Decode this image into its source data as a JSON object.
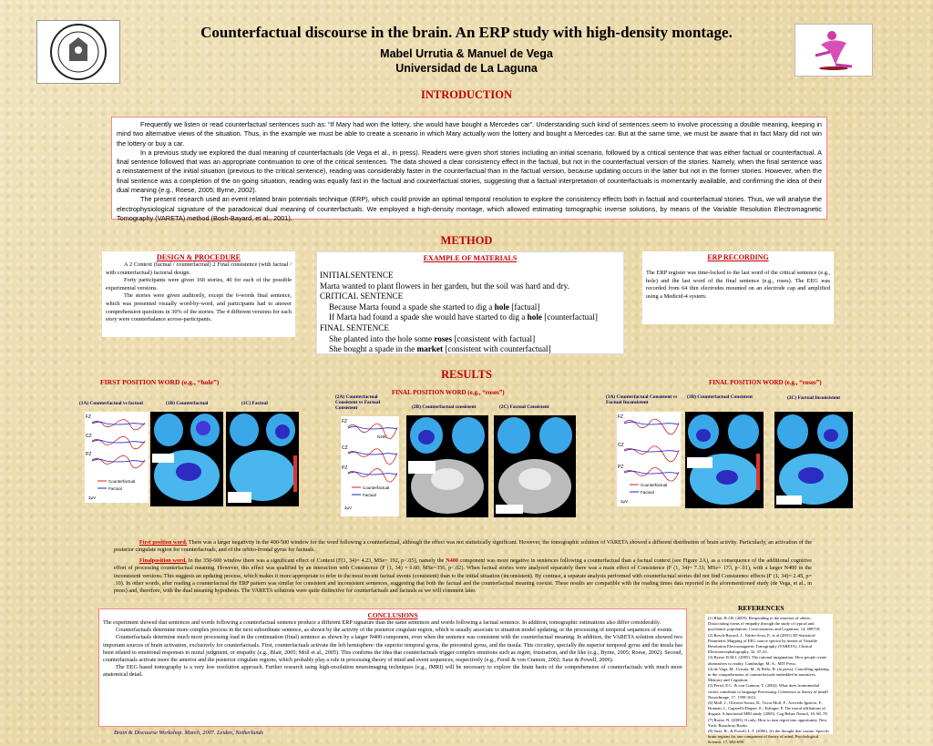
{
  "header": {
    "title": "Counterfactual discourse in the brain. An ERP study with high-density montage.",
    "authors": "Mabel Urrutia & Manuel de Vega",
    "institution": "Universidad de La Laguna"
  },
  "colors": {
    "accent": "#c00000",
    "caption": "#00005a",
    "background": "#efe0b4"
  },
  "introduction": {
    "heading": "INTRODUCTION",
    "paragraphs": [
      "Frequently we listen or read counterfactual sentences such as: “If Mary had won the lottery, she would have bought a Mercedes car”. Understanding such kind of sentences seem to involve processing a double meaning, keeping in mind two alternative views of the situation. Thus, in the example we must be able to create a scenario in which Mary actually won the lottery and bought a Mercedes car. But at the same time, we must be aware that in fact Mary did not win the lottery or buy a car.",
      "In a previous study we explored the dual meaning of counterfactuals (de Vega et al., in press). Readers were given short stories including an initial scenario, followed by a critical sentence that was either factual or counterfactual. A final sentence followed that was an appropriate continuation to one of the critical sentences. The data showed a clear consistency effect in the factual, but not in the counterfactual version of the stories. Namely, when the final sentence was a reinstatement of the initial situation (previous to the critical sentence), reading was considerably faster in the counterfactual than in the factual version, because updating occurs in the latter but not in the former stories. However, when the final sentence was a completion of the on-going situation, reading was equally fast in the factual and counterfactual stories, suggesting that a factual interpretation of counterfactuals is momentarily available, and confirming the idea of their dual meaning (e.g., Roese, 2005; Byrne, 2002).",
      "The present research used an event related brain potentials technique (ERP), which could provide an optimal temporal resolution to explore the consistency effects both in factual and counterfactual stories. Thus, we will analyse the electrophysiological signature of the paradoxical dual meaning of counterfactuals. We employed a high-density montage, which allowed estimating tomographic inverse solutions, by means of the Variable Resolution Electromagnetic Tomography (VARETA) method (Bosh-Bayard, et al., 2001)."
    ]
  },
  "method": {
    "heading": "METHOD",
    "design": {
      "heading": "DESIGN & PROCEDURE",
      "paragraphs": [
        "A 2 Context (factual / counterfactual) 2 Final consistence (with factual / with counterfactual) factorial design.",
        "Forty participants were given 160 stories, 40 for each of the possible experimental versions.",
        "The stories were given auditorily, except the 6-words final sentence, which was presented visually word-by-word, and participants had to answer comprehension questions in 30% of the stories. The 4 different versions for each story were counterbalance across-participants."
      ]
    },
    "example": {
      "heading": "EXAMPLE OF MATERIALS",
      "lines": [
        {
          "pre": "INITIALSENTENCE",
          "b": "",
          "post": "",
          "indent": false
        },
        {
          "pre": "Marta wanted to plant flowers in her garden, but the soil was hard and dry.",
          "b": "",
          "post": "",
          "indent": false
        },
        {
          "pre": "CRITICAL SENTENCE",
          "b": "",
          "post": "",
          "indent": false
        },
        {
          "pre": "Because Marta found a spade she started to dig a ",
          "b": "hole",
          "post": " [factual]",
          "indent": true
        },
        {
          "pre": "If Marta had found a spade she would have started to dig a ",
          "b": "hole",
          "post": " [counterfactual]",
          "indent": true
        },
        {
          "pre": "FINAL SENTENCE",
          "b": "",
          "post": "",
          "indent": false
        },
        {
          "pre": "She planted into the hole some ",
          "b": "roses",
          "post": " [consistent with factual]",
          "indent": true
        },
        {
          "pre": "She bought a spade in the ",
          "b": "market",
          "post": " [consistent with counterfactual]",
          "indent": true
        }
      ]
    },
    "erp": {
      "heading": "ERP RECORDING",
      "text": "The ERP register was time-locked to the last word of the critical sentence (e.g., hole) and the last word of the final sentence (e.g., roses). The EEG was recorded from 64 thin electrodes mounted on an electrode cap and amplified using a Medicid-4 system."
    }
  },
  "results": {
    "heading": "RESULTS",
    "first": {
      "heading": "FIRST POSITION WORD (e.g., “hole”)",
      "labels": [
        "(1A) Counterfactual vs factual",
        "(1B) Counterfactual",
        "(1C) Factual"
      ],
      "legend": [
        "Counterfactual",
        "Factual"
      ],
      "scale": "2μV",
      "channels": [
        "FZ",
        "CZ",
        "PZ"
      ]
    },
    "final_mid": {
      "heading": "FINAL POSITION WORD (e.g., “roses”)",
      "labels": [
        "(2A) Counterfactual Consistent vs Factual Consistent",
        "(2B) Counterfactual consistent",
        "(2C) Factual Consistent"
      ],
      "legend": [
        "Counterfactual",
        "Factual"
      ],
      "component": "N400",
      "scale": "2μV"
    },
    "final_right": {
      "heading": "FINAL POSITION WORD (e.g., “roses”)",
      "labels": [
        "(3A) Counterfactual Consistent vs Factual Inconsistent",
        "(3B) Counterfactual Consistent",
        "(3C) Factual Inconsistent"
      ],
      "legend": [
        "Counterfactual",
        "Factual"
      ],
      "scale": "2μV"
    },
    "text1_lead": "First position word.",
    "text1": " There was a larger negativity in the 400-500 window for the word following a counterfactual, although the effect was not statistically significant. However, the tomographic solution of VARETA showed a different distribution of brain activity. Particularly, an activation of the posterior cingulate region for counterfactuals, and of the orbito-frontal gyrus for factuals.",
    "text2_lead": "Finalposition word.",
    "text2_a": " In the 350-600 window there was a significant effect of Context (F(1, 34)= 4.23, MSe= 192, p<.05), namely the ",
    "text2_n400": "N400",
    "text2_b": " component was more negative in sentences following a counterfactual than a factual context (see Figure 2A), as a consequence of the additional cognitive effort of processing counterfactual meaning. However, this effect was qualified by an interaction with Consistence (F (1, 34) = 6.60; MSe=356, p<.02). When factual stories were analyzed separately there was a main effect of Consistence (F (1, 34)= 7.33; MSe= 173, p<.01), with a larger N400 in the inconsistent versions. This suggests an updating process, which makes it more appropriate to refer to the most recent factual events (consistent) than to the initial situation (inconsistent). By contrast, a separate analysis performed with counterfactual stories did not find Consistence effects (F (1, 34)= 2.45, p= .10). In other words, after reading a counterfactual the ERP pattern was similar for consistent and inconsistent sentences, suggesting that both the factual and the counterfactual meaning coexist. These results are compatible with the reading times data reported in the aforementioned study (de Vega, et al., in press) and, therefore, with the dual meaning hypothesis. The VARETA solutions were quite distinctive for counterfactuals and factuals as we will comment later."
  },
  "conclusions": {
    "heading": "CONCLUSIONS",
    "paragraphs": [
      "The experiment showed that sentences and words following a counterfactual sentence produce a different ERP signature than the same sentences and words following a factual sentence. In addition, tomographic estimations also differ considerably.",
      "Counterfactuals determine more complex process in the next subordinate sentence, as shown by the activity of the posterior cingulate region, which is usually associate to situation model updating, or the processing of temporal sequences of events.",
      "Counterfactuals determine much more processing load in the continuation (final) sentence as shown by a larger N400 component, even when the sentence was consistent with the counterfactual meaning. In addition, the VARETA solution showed two important sources of brain activation, exclusively for counterfactuals. First, counterfactuals activate the left hemisphere: the superior temporal gyrus, the precentral gyrus, and the insula. This circuitry, specially the superior temporal gyrus and the insula has been related to emotional responses to moral judgment, or empathy (e.g., Blair, 2005; Moll et al., 2005). This confirms the idea that counterfactuals trigger complex emotions such as regret, frustration, and the like (e.g., Byrne, 2005; Roese, 2002). Second, counterfactuals activate more the anterior and the posterior cingulate regions, which probably play a role in processing theory of mind and event sequences, respectively (e.g., Ferstl & von Cramon, 2002; Saxe & Powell, 2006).",
      "The EEG based tomography is a very low resolution approach. Further research using high-resolution neuroimaging techniques (e.g., fMRI) will be necessary to explore the brain basis of the comprehension of counterfactuals with much more anatomical detail."
    ]
  },
  "references": {
    "heading": "REFERENCES",
    "items": [
      "(1) Blair, R.J.R. (2005). Responding to the emotion of others: Dissociating forms of empathy through the study of typical and psychiatric populations. Consciousness and Cognition, 14, 698718.",
      "(2) Bosch-Bayard, J., Valdes-Sosa, P., et al (2001) 3D Statistical Parametric Mapping of EEG source spectra by means of Variable Resolution Electromagnetic Tomography (VARETA). Clinical Electroencephalography, 32, 47–61.",
      "(3) Byrne, R.M.J. (2005). The rational imagination: How people create alternatives to reality. Cambridge, M. A.: MIT Press.",
      "(4) de Vega, M., Urrutia, M., & Riffo, B. (in press). Cancelling updating in the comprehension of counterfactuals embedded in narratives. Memory and Cognition.",
      "(5) Ferstl, E.C. & von Cramon, Y. (2002). What does frontomedial cortex contribute to language Processing: Coherence or theory of mind? NeuroImage, 17, 1599-1612.",
      "(6) Moll, J., Oliveira-Souza, R., Tovar Moll, F., Acevedo Ignácio, F., Bramati, I., Caparelli-Dáquer, E., Eslinger, P. The moral affiliations of disgust: A functional MRI study. (2005). Cog Behav Neurol, 18, 68–78.",
      "(7) Roese, N. (2005). If only: How to turn regret into opportunity. New York: Broadway Books",
      "(8) Saxe, R., & Powell, L.T. (2006). It's the thought that counts: Specific brain regions for one component of theory of mind. Psychological Science, 17, 692-699"
    ]
  },
  "footer": "Brain & Discourse Workshop. March, 2007. Leiden, Netherlands"
}
